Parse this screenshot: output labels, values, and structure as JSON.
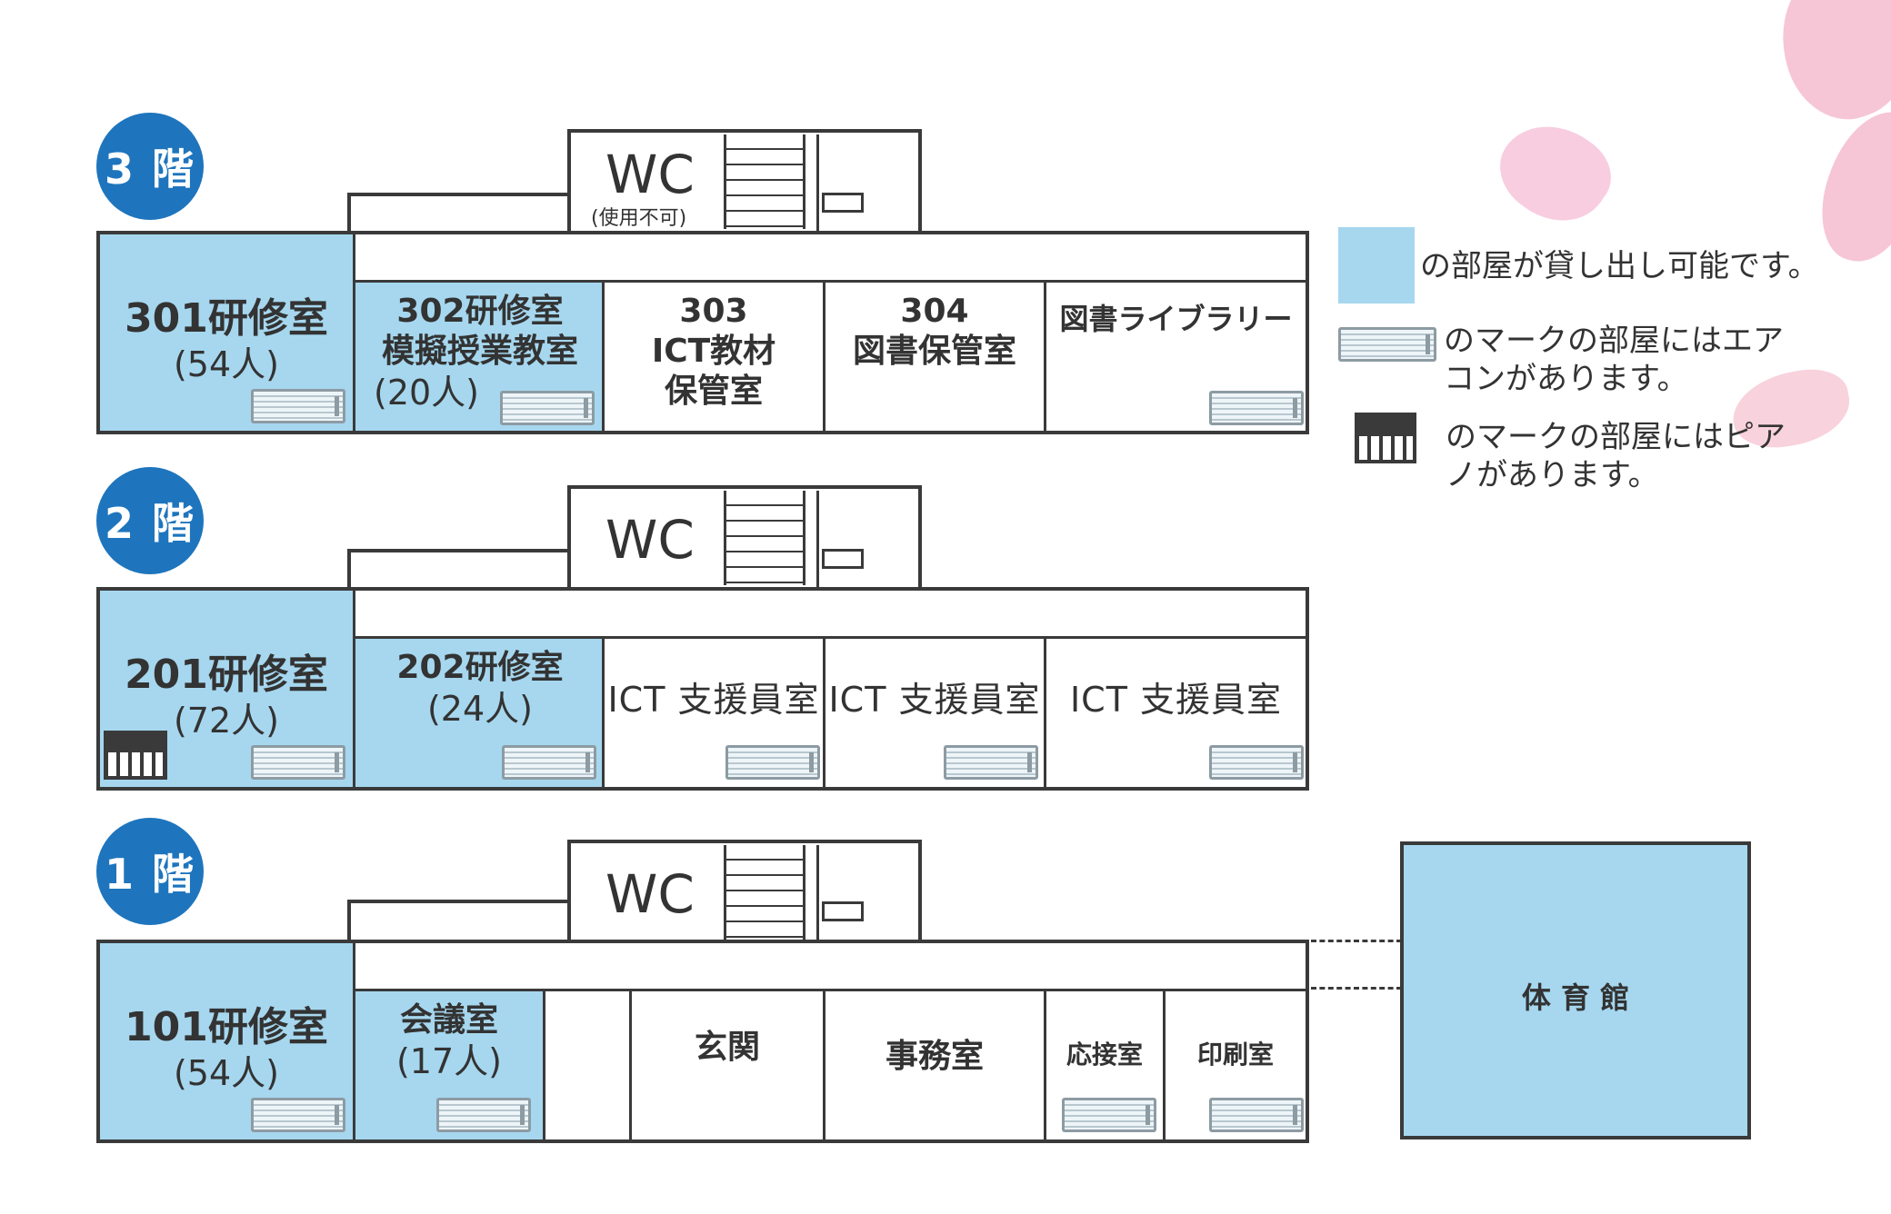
{
  "floors": {
    "f3": {
      "label": "3 階",
      "wc": "WC",
      "wc_note": "(使用不可)",
      "rooms": {
        "r301": {
          "name": "301研修室",
          "capacity": "(54人)"
        },
        "r302": {
          "name1": "302研修室",
          "name2": "模擬授業教室",
          "capacity": "(20人)"
        },
        "r303": {
          "name1": "303",
          "name2": "ICT教材",
          "name3": "保管室"
        },
        "r304": {
          "name1": "304",
          "name2": "図書保管室"
        },
        "lib": {
          "name": "図書ライブラリー"
        }
      }
    },
    "f2": {
      "label": "2 階",
      "wc": "WC",
      "rooms": {
        "r201": {
          "name": "201研修室",
          "capacity": "(72人)"
        },
        "r202": {
          "name": "202研修室",
          "capacity": "(24人)"
        },
        "ict1": {
          "name": "ICT 支援員室"
        },
        "ict2": {
          "name": "ICT 支援員室"
        },
        "ict3": {
          "name": "ICT 支援員室"
        }
      }
    },
    "f1": {
      "label": "1 階",
      "wc": "WC",
      "rooms": {
        "r101": {
          "name": "101研修室",
          "capacity": "(54人)"
        },
        "meeting": {
          "name": "会議室",
          "capacity": "(17人)"
        },
        "entrance": {
          "name": "玄関"
        },
        "office": {
          "name": "事務室"
        },
        "reception": {
          "name": "応接室"
        },
        "print": {
          "name": "印刷室"
        },
        "gym": {
          "name": "体 育 館"
        }
      }
    }
  },
  "legend": {
    "rentable": "の部屋が貸し出し可能です。",
    "aircon": "のマークの部屋にはエアコンがあります。",
    "piano": "のマークの部屋にはピアノがあります。"
  },
  "colors": {
    "rentable_blue": "#a6d7ef",
    "badge_blue": "#1e75bd",
    "wall": "#3a3a3a",
    "petal_pink": "#f6c6d6"
  },
  "icons": [
    "air-conditioner-icon",
    "piano-icon",
    "stairs-icon"
  ]
}
